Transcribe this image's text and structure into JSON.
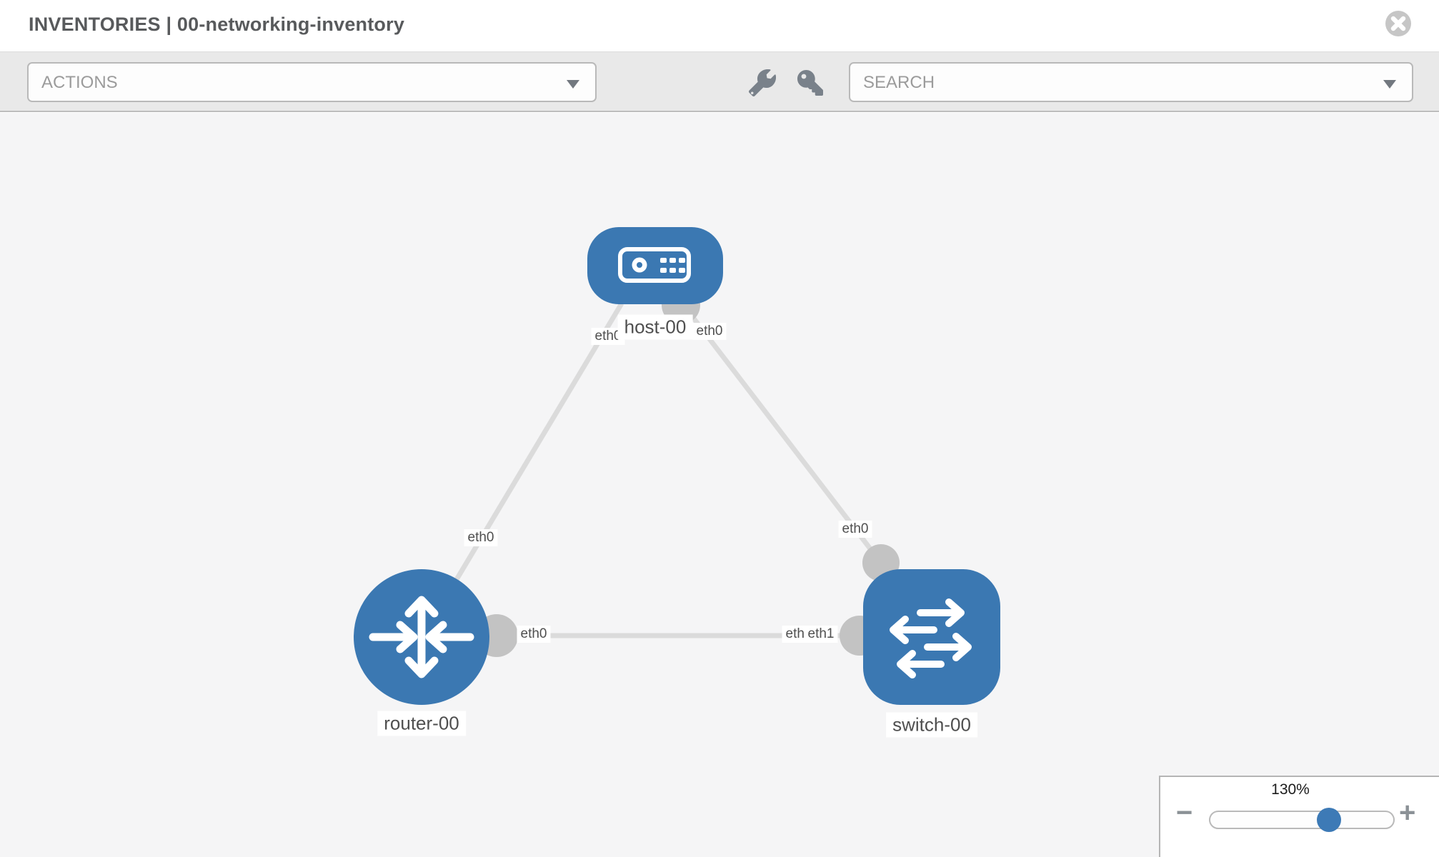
{
  "header": {
    "title": "INVENTORIES | 00-networking-inventory"
  },
  "toolbar": {
    "actions": {
      "label": "ACTIONS"
    },
    "search": {
      "label": "SEARCH"
    },
    "tools": [
      {
        "icon": "wrench-icon"
      },
      {
        "icon": "key-icon"
      }
    ]
  },
  "canvas": {
    "nodes": [
      {
        "name": "host-00",
        "type": "host",
        "icon": "server-icon"
      },
      {
        "name": "router-00",
        "type": "router",
        "icon": "route-arrows-icon"
      },
      {
        "name": "switch-00",
        "type": "switch",
        "icon": "exchange-arrows-icon"
      }
    ],
    "links": [
      {
        "source": "host-00",
        "source_if": "eth0",
        "target": "router-00",
        "target_if": "eth0"
      },
      {
        "source": "host-00",
        "source_if": "eth0",
        "target": "switch-00",
        "target_if": "eth0"
      },
      {
        "source": "router-00",
        "source_if": "eth0",
        "target": "switch-00",
        "target_if": "eth1"
      }
    ],
    "node_labels": {
      "host": "host-00",
      "router": "router-00",
      "switch": "switch-00"
    },
    "iface_labels": {
      "host_left": "eth0",
      "host_right": "eth0",
      "host_router_mid": "eth0",
      "host_switch_mid": "eth0",
      "router_switch_left": "eth0",
      "router_switch_right_under": "eth0",
      "router_switch_right": "eth1"
    }
  },
  "zoom_control": {
    "level": "130%",
    "minus": "−",
    "plus": "+"
  },
  "colors": {
    "node_blue": "#3b78b2",
    "link_gray": "#dbdbdb",
    "connector_gray": "#c3c3c3",
    "canvas_bg": "#f5f5f6",
    "toolbar_bg": "#e9e9e9"
  }
}
